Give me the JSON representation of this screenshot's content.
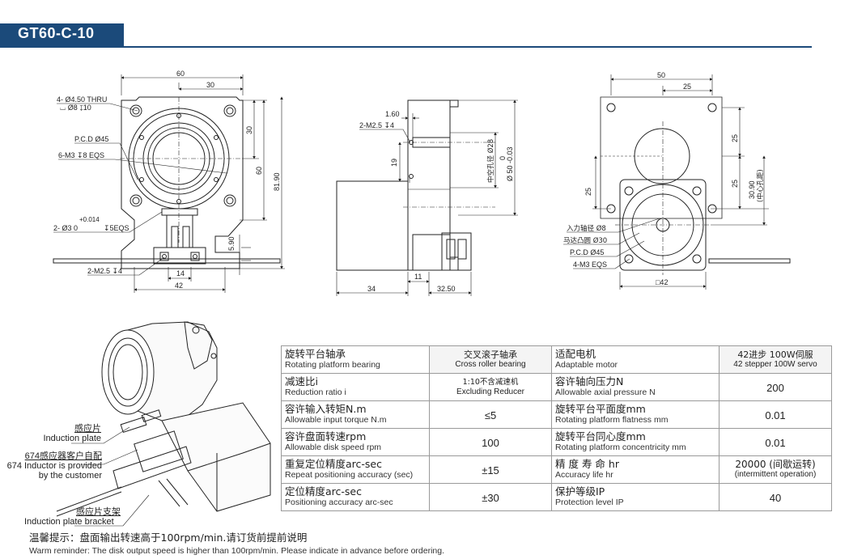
{
  "header": {
    "title": "GT60-C-10"
  },
  "front_view": {
    "dim_width": "60",
    "dim_half_width": "30",
    "dim_half_height": "30",
    "dim_height": "60",
    "dim_total_height": "81.90",
    "dim_5_90": "5.90",
    "dim_14": "14",
    "dim_42": "42",
    "callout_holes_1": "4- Ø4.50 THRU",
    "callout_holes_2": "⌴ Ø8 ↧10",
    "callout_pcd": "P.C.D Ø45",
    "callout_m3": "6-M3 ↧8 EQS",
    "callout_pin_tol": "+0.014",
    "callout_pin_1": "2- Ø3    0",
    "callout_pin_depth": "↧5EQS",
    "callout_m25": "2-M2.5 ↧4"
  },
  "side_view": {
    "dim_1_60": "1.60",
    "callout_m25": "2-M2.5 ↧4",
    "dim_19": "19",
    "hollow_label": "中空孔径 Ø28",
    "dim_tol_0": "0",
    "dim_phi50": "Ø 50 -0.03",
    "dim_34": "34",
    "dim_11": "11",
    "dim_32_50": "32.50"
  },
  "rear_view": {
    "dim_50": "50",
    "dim_25_top": "25",
    "dim_25_right": "25",
    "dim_25_left": "25",
    "dim_25_right2": "25",
    "dim_30_90": "30.90",
    "center_hole": "(中心孔距)",
    "callout_input_shaft": "入力轴径 Ø8",
    "callout_motor_boss": "马达凸圆 Ø30",
    "callout_pcd": "P.C.D Ø45",
    "callout_m3": "4-M3 EQS",
    "dim_square": "□42"
  },
  "iso_callouts": {
    "plate_zh": "感应片",
    "plate_en": "Induction plate",
    "inductor_zh": "674感应器客户自配",
    "inductor_en_1": "674 Inductor is provided",
    "inductor_en_2": "by the customer",
    "bracket_zh": "感应片支架",
    "bracket_en": "Induction plate bracket"
  },
  "spec_table": [
    {
      "l1_zh": "旋转平台轴承",
      "l1_en": "Rotating platform bearing",
      "v1_zh": "交叉滚子轴承",
      "v1_en": "Cross roller bearing",
      "l2_zh": "适配电机",
      "l2_en": "Adaptable motor",
      "v2_zh": "42进步 100W伺服",
      "v2_en": "42 stepper 100W servo"
    },
    {
      "l1_zh": "减速比i",
      "l1_en": "Reduction ratio i",
      "v1_zh": "1:10不含减速机",
      "v1_en": "Excluding Reducer",
      "l2_zh": "容许轴向压力N",
      "l2_en": "Allowable axial pressure N",
      "v2_single": "200"
    },
    {
      "l1_zh": "容许输入转矩N.m",
      "l1_en": "Allowable input torque N.m",
      "v1_single": "≤5",
      "l2_zh": "旋转平台平面度mm",
      "l2_en": "Rotating platform flatness mm",
      "v2_single": "0.01"
    },
    {
      "l1_zh": "容许盘面转速rpm",
      "l1_en": "Allowable disk speed rpm",
      "v1_single": "100",
      "l2_zh": "旋转平台同心度mm",
      "l2_en": "Rotating platform concentricity mm",
      "v2_single": "0.01"
    },
    {
      "l1_zh": "重复定位精度arc-sec",
      "l1_en": "Repeat positioning accuracy (sec)",
      "v1_single": "±15",
      "l2_zh": "精 度 寿 命 hr",
      "l2_en": "Accuracy life hr",
      "v2_zh": "20000 (间歇运转)",
      "v2_en": "(intermittent operation)"
    },
    {
      "l1_zh": "定位精度arc-sec",
      "l1_en": "Positioning accuracy arc-sec",
      "v1_single": "±30",
      "l2_zh": "保护等级IP",
      "l2_en": "Protection level IP",
      "v2_single": "40"
    }
  ],
  "notes": {
    "zh": "温馨提示：盘面输出转速高于100rpm/min.请订货前提前说明",
    "en": "Warm reminder: The disk output speed is higher than 100rpm/min. Please indicate in advance before ordering."
  }
}
